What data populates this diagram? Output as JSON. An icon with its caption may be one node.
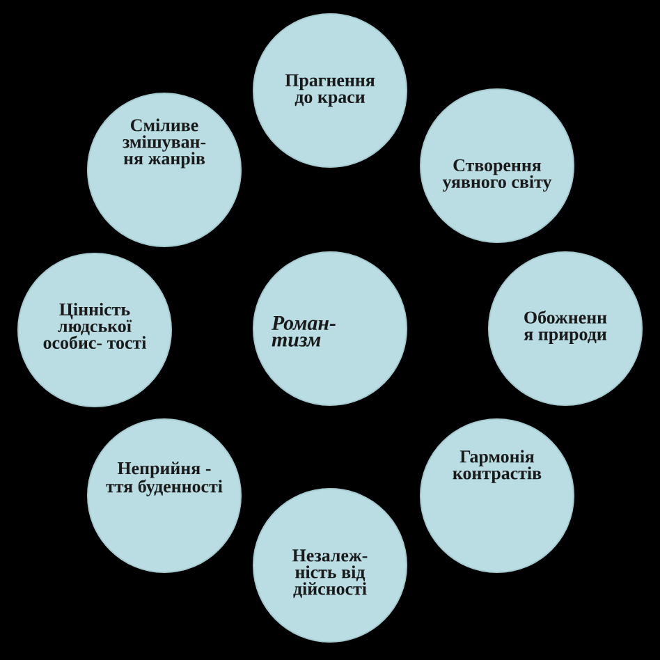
{
  "diagram": {
    "nodes": [
      {
        "text": [
          "Прагнення до краси"
        ]
      },
      {
        "text": [
          "Сміливе змішуван- ня жанрів"
        ]
      },
      {
        "text": [
          "Створення уявного світу"
        ]
      },
      {
        "text": [
          "Цінність людської особис- тості"
        ]
      },
      {
        "text": [
          "Роман- тизм"
        ]
      },
      {
        "text": [
          "Обожненн я природи"
        ]
      },
      {
        "text": [
          "Неприйня -ття буденності"
        ]
      },
      {
        "text": [
          "Гармонія контрастів"
        ]
      },
      {
        "text": [
          "Незалеж- ність від дійсності"
        ]
      }
    ]
  }
}
